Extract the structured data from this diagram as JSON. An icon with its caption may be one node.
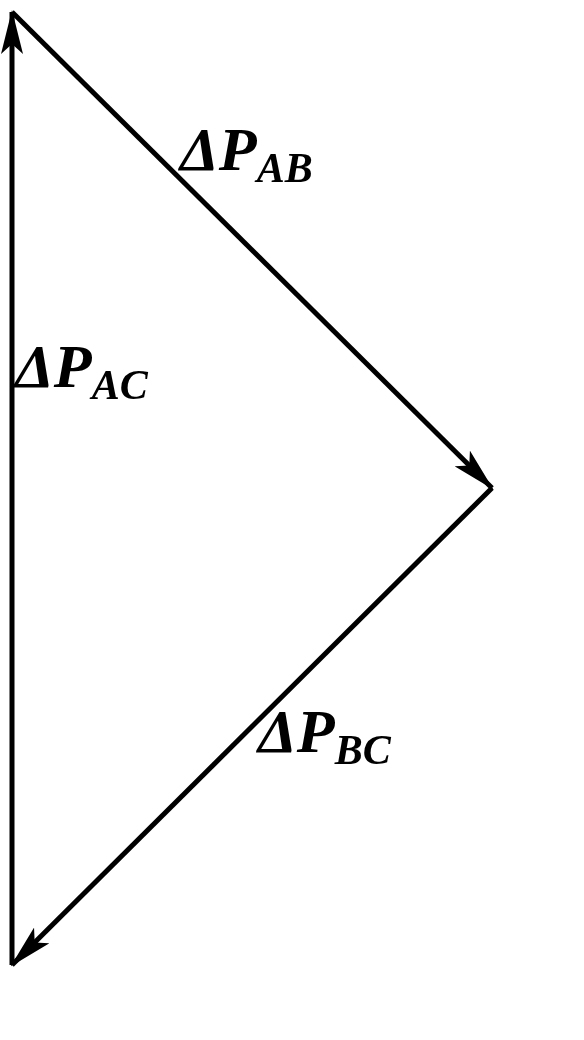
{
  "diagram": {
    "labels": [
      "ΔP$_{AB}$",
      "ΔP$_{AC}$",
      "ΔP$_{BC}$"
    ]
  }
}
